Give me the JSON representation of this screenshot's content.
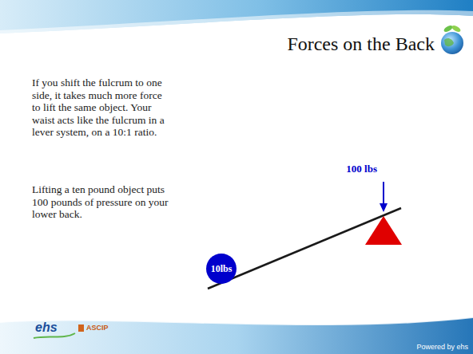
{
  "diagram": {
    "title": "Forces on the Back",
    "nodes": [
      {
        "text": [
          "10lbs"
        ]
      }
    ],
    "labels": [
      "If you shift the fulcrum to one side, it takes much more force to lift the same object. Your waist acts like the fulcrum in a lever system, on a 10:1 ratio.",
      "Lifting a ten pound object puts 100 pounds of pressure on your lower back.",
      "100 lbs",
      "ehs",
      "ASCIP",
      "Powered by ehs"
    ]
  }
}
